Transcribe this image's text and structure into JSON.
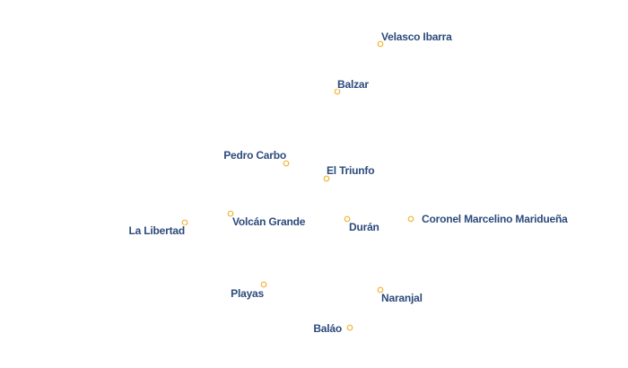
{
  "map": {
    "marker_color": "#f2b437",
    "label_color": "#2c4a7c",
    "label_halo_color": "#ffffff",
    "background_color": "#ffffff"
  },
  "cities": [
    {
      "id": "velasco-ibarra",
      "name": "Velasco Ibarra"
    },
    {
      "id": "balzar",
      "name": "Balzar"
    },
    {
      "id": "pedro-carbo",
      "name": "Pedro Carbo"
    },
    {
      "id": "el-triunfo",
      "name": "El Triunfo"
    },
    {
      "id": "la-libertad",
      "name": "La Libertad"
    },
    {
      "id": "volcan-grande",
      "name": "Volcán Grande"
    },
    {
      "id": "duran",
      "name": "Durán"
    },
    {
      "id": "coronel-marcelino-maridueña",
      "name": "Coronel Marcelino Maridueña"
    },
    {
      "id": "playas",
      "name": "Playas"
    },
    {
      "id": "naranjal",
      "name": "Naranjal"
    },
    {
      "id": "balao",
      "name": "Baláo"
    }
  ]
}
